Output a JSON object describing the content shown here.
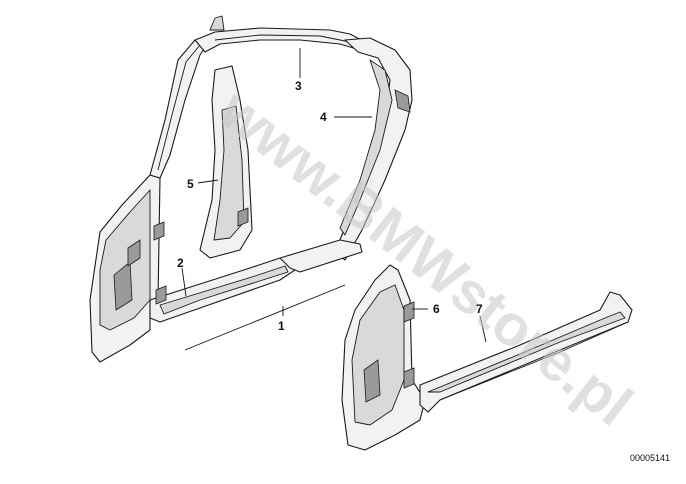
{
  "diagram": {
    "callouts": [
      {
        "id": "1",
        "label": "1"
      },
      {
        "id": "2",
        "label": "2"
      },
      {
        "id": "3",
        "label": "3"
      },
      {
        "id": "4",
        "label": "4"
      },
      {
        "id": "5",
        "label": "5"
      },
      {
        "id": "6",
        "label": "6"
      },
      {
        "id": "7",
        "label": "7"
      }
    ],
    "watermark": "www.BMWstore.pl",
    "document_number": "00005141"
  }
}
